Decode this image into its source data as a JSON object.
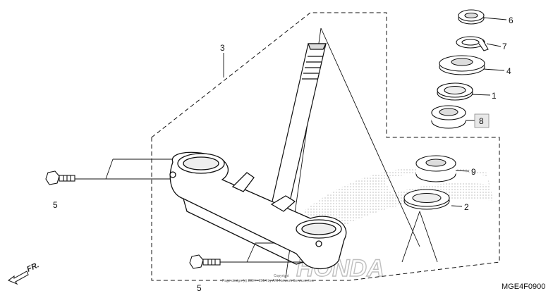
{
  "diagram": {
    "part_numbers": {
      "steering_stem": "3",
      "lock_nut": "6",
      "lock_washer": "7",
      "adjusting_nut": "4",
      "upper_race": "1",
      "dust_seal": "8",
      "lower_bearing": "9",
      "lower_race": "2",
      "bolt_left": "5",
      "bolt_bottom": "5"
    },
    "watermark_text": "HONDA",
    "copyright_line1": "Copyright",
    "copyright_line2": "Page design (c) 2004 - 2014 by ARI Network Services, Inc.",
    "direction_label": "FR.",
    "figure_code": "MGE4F0900"
  },
  "colors": {
    "line": "#111111",
    "watermark": "#bfbfbf",
    "highlight_box": "#e8e8e8"
  }
}
